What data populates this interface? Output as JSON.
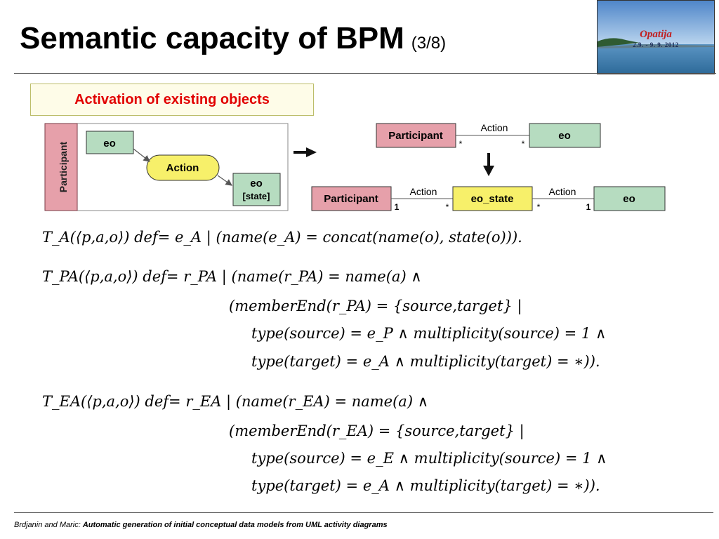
{
  "slide": {
    "title": "Semantic capacity of BPM",
    "title_suffix": "(3/8)",
    "logo": {
      "name": "Opatija",
      "dates": "2.9. - 9. 9. 2012"
    },
    "section_label": "Activation of existing objects"
  },
  "diagram_left": {
    "lane_label": "Participant",
    "node_eo": "eo",
    "node_action": "Action",
    "node_eo_state_name": "eo",
    "node_eo_state_state": "[state]"
  },
  "diagram_right_top": {
    "participant": "Participant",
    "association": "Action",
    "mult_left": "*",
    "mult_right": "*",
    "target": "eo"
  },
  "diagram_right_bottom": {
    "participant": "Participant",
    "assoc1": "Action",
    "mult1_left": "1",
    "mult1_right": "*",
    "middle": "eo_state",
    "assoc2": "Action",
    "mult2_left": "*",
    "mult2_right": "1",
    "target": "eo"
  },
  "formulas": {
    "f1": "T_A(⟨p,a,o⟩) def= e_A | (name(e_A) = concat(name(o), state(o))).",
    "f2": [
      "T_PA(⟨p,a,o⟩) def= r_PA | (name(r_PA) = name(a) ∧",
      "(memberEnd(r_PA) = {source,target} |",
      "type(source) = e_P ∧ multiplicity(source) = 1 ∧",
      "type(target) = e_A ∧ multiplicity(target) = ∗))."
    ],
    "f3": [
      "T_EA(⟨p,a,o⟩) def= r_EA | (name(r_EA) = name(a) ∧",
      "(memberEnd(r_EA) = {source,target} |",
      "type(source) = e_E ∧ multiplicity(source) = 1 ∧",
      "type(target) = e_A ∧ multiplicity(target) = ∗))."
    ]
  },
  "footer": {
    "authors": "Brdjanin and Maric:",
    "paper_title": "Automatic generation of initial conceptual data models  from UML activity diagrams"
  }
}
